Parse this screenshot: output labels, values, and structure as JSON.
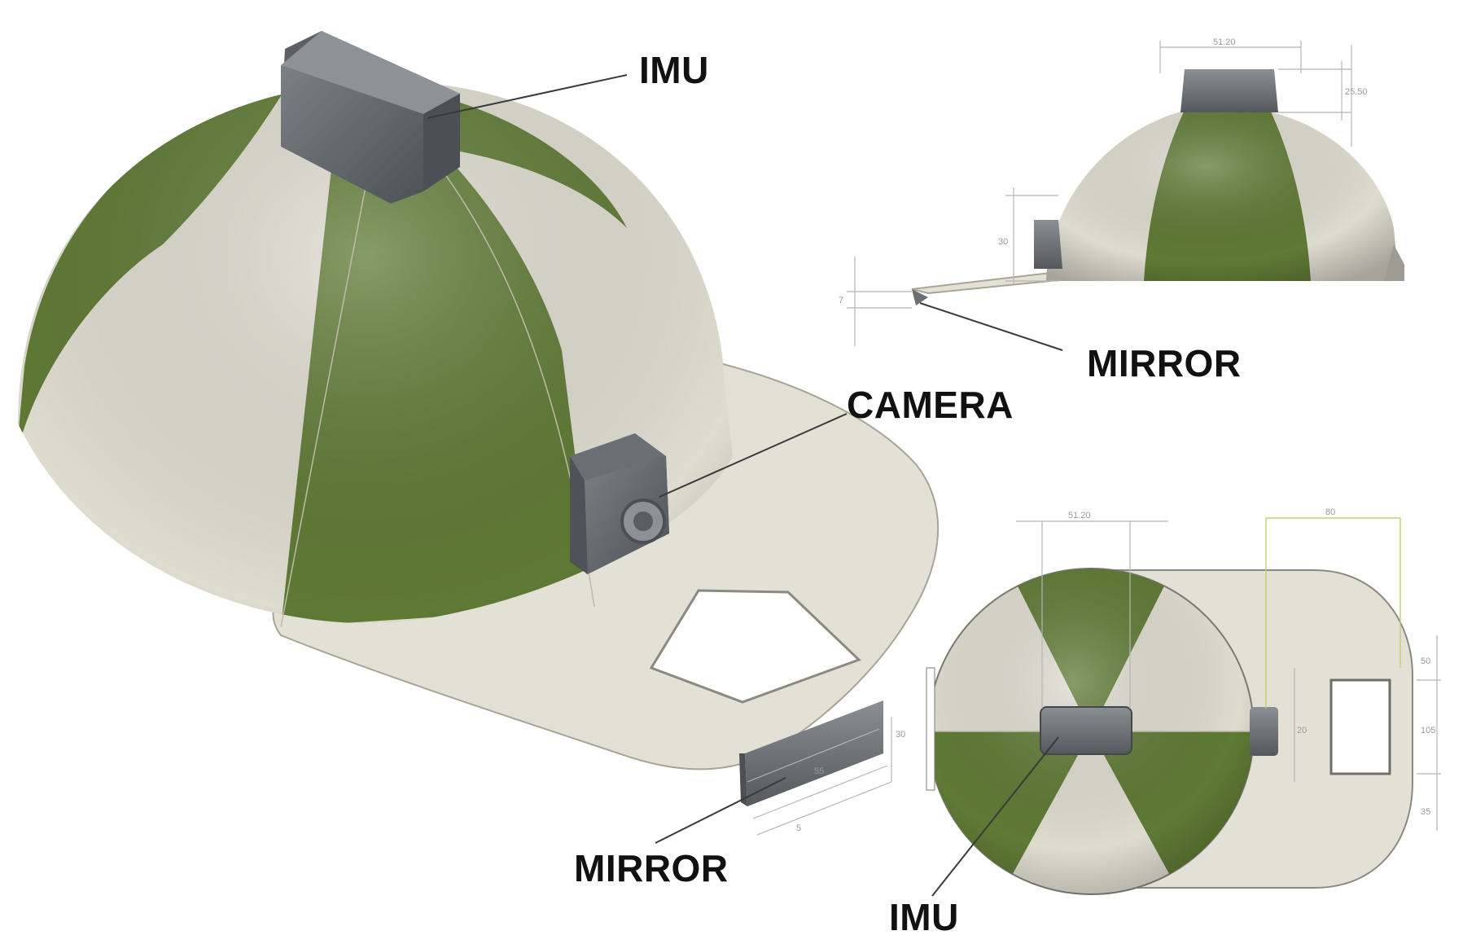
{
  "labels": {
    "imu_main": "IMU",
    "camera": "CAMERA",
    "mirror_main": "MIRROR",
    "mirror_side": "MIRROR",
    "imu_top": "IMU"
  },
  "dimensions": {
    "side_width": "51.20",
    "side_height": "25.50",
    "side_camera_height": "30",
    "side_mirror_height": "7",
    "main_mirror_len": "55",
    "main_mirror_w": "30",
    "main_mirror_d": "5",
    "top_imu_width": "51.20",
    "top_visor_width": "80",
    "top_right_1": "50",
    "top_right_2": "105",
    "top_right_3": "35",
    "top_camera_1": "20"
  },
  "colors": {
    "panel_green": "#5f7a35",
    "panel_white": "#dedbcf",
    "device_grey": "#666b70",
    "visor": "#e3e0d6"
  }
}
